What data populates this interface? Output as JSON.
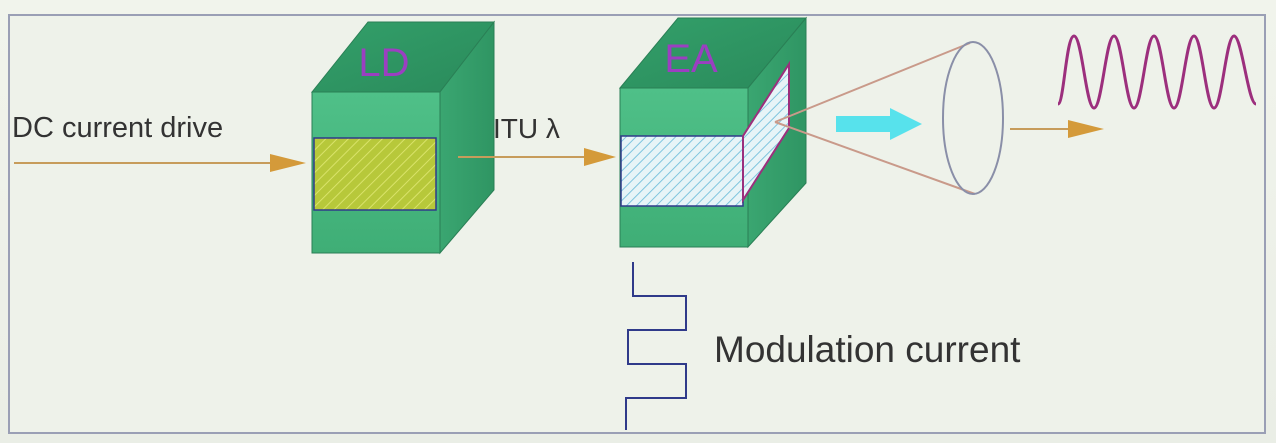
{
  "labels": {
    "dc_current_drive": "DC current drive",
    "ld": "LD",
    "itu_lambda": "ITU λ",
    "ea": "EA",
    "modulation_current": "Modulation current"
  },
  "colors": {
    "background": "#eef2ea",
    "frame_border": "#9a9fb5",
    "block_front": "#4dbb82",
    "block_top": "#2f9a66",
    "block_side": "#37a46e",
    "block_label": "#9b3fc1",
    "ld_stripe": "#b7c83a",
    "ea_stripe": "#b9e3f0",
    "arrow_line": "#c79c5b",
    "arrow_head": "#d49a3a",
    "cyan_arrow": "#57e2ec",
    "waveform": "#9c2f7d",
    "beam": "#c99a8a",
    "dark_line": "#2f3a8a",
    "text": "#333333"
  },
  "icons": {
    "right_arrow": "right-arrow-icon",
    "cyan_arrow": "cyan-arrow-icon",
    "lens": "lens-icon",
    "sine_wave": "sine-wave-icon",
    "square_wave": "square-wave-icon"
  }
}
